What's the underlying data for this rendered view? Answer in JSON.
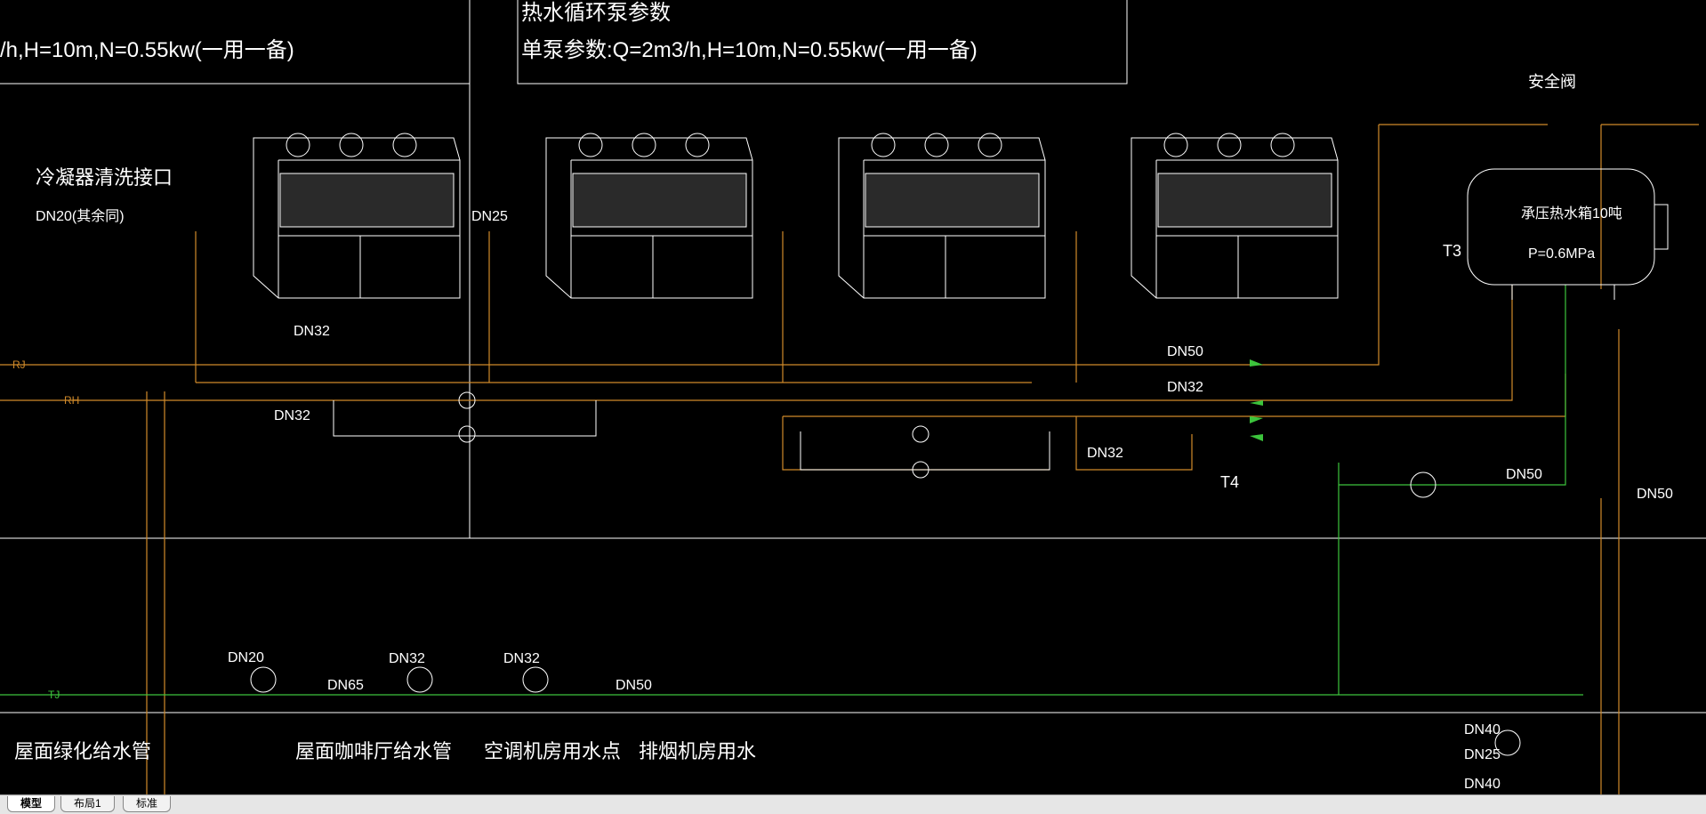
{
  "notes": {
    "left_params": "/h,H=10m,N=0.55kw(一用一备)",
    "circ_title": "热水循环泵参数",
    "circ_params": "单泵参数:Q=2m3/h,H=10m,N=0.55kw(一用一备)"
  },
  "labels": {
    "condenser_clean": "冷凝器清洗接口",
    "condenser_dn": "DN20(其余同)",
    "safety_valve": "安全阀",
    "tank_name": "承压热水箱10吨",
    "tank_pressure": "P=0.6MPa",
    "t3": "T3",
    "t4": "T4",
    "roof_green": "屋面绿化给水管",
    "roof_cafe": "屋面咖啡厅给水管",
    "ac_room": "空调机房用水点",
    "exhaust_room": "排烟机房用水"
  },
  "pipe_codes": {
    "rj": "RJ",
    "rh": "RH",
    "tj": "TJ"
  },
  "dn": {
    "dn20": "DN20",
    "dn25": "DN25",
    "dn32": "DN32",
    "dn40": "DN40",
    "dn50": "DN50",
    "dn65": "DN65"
  },
  "tabs": [
    {
      "label": "模型",
      "active": true
    },
    {
      "label": "布局1",
      "active": false
    },
    {
      "label": "标准",
      "active": false
    }
  ],
  "colors": {
    "background": "#000000",
    "hot_pipe": "#d08a2a",
    "water_pipe": "#3cc43c",
    "lines": "#ffffff"
  }
}
